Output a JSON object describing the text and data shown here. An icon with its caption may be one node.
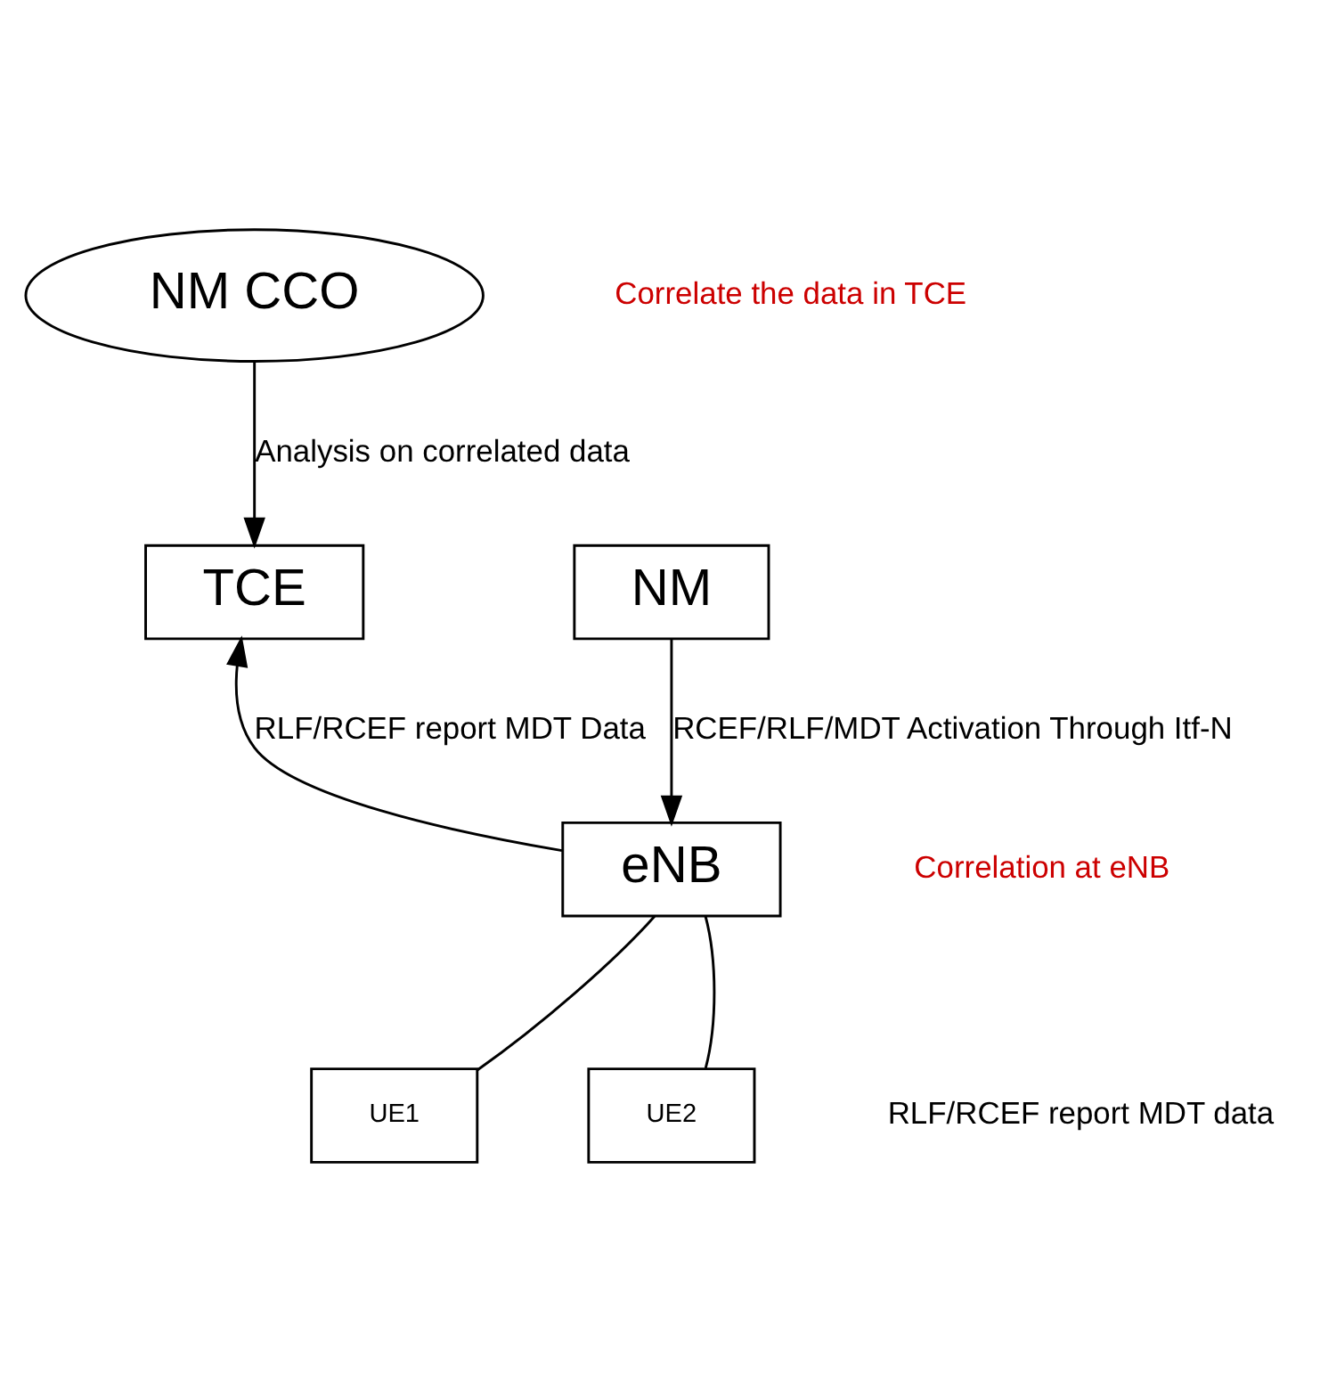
{
  "diagram": {
    "nodes": [
      {
        "text": [
          "NM CCO"
        ]
      },
      {
        "text": [
          "NM"
        ]
      },
      {
        "text": [
          "TCE"
        ]
      },
      {
        "text": [
          "eNB"
        ]
      },
      {
        "text": [
          "UE1"
        ]
      },
      {
        "text": [
          "UE2"
        ]
      }
    ],
    "edges": [
      {
        "from": 0,
        "to": 2,
        "arrow": "to",
        "label": "Analysis on correlated data"
      },
      {
        "from": 1,
        "to": 3,
        "arrow": "to",
        "label": "RCEF/RLF/MDT Activation Through Itf-N"
      },
      {
        "from": 3,
        "to": 2,
        "arrow": "to",
        "label": "RLF/RCEF report MDT Data"
      },
      {
        "from": 4,
        "to": 3,
        "arrow": "none"
      },
      {
        "from": 5,
        "to": 3,
        "arrow": "none"
      }
    ],
    "labels": [
      "Correlate the data in TCE",
      "Correlation at eNB",
      "RLF/RCEF report MDT data"
    ]
  }
}
